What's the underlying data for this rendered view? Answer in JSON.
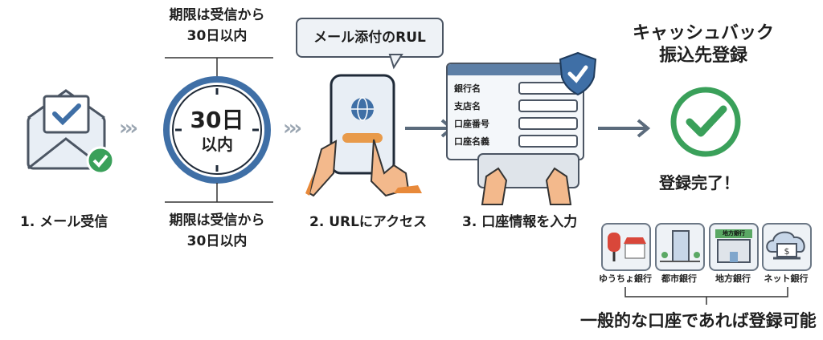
{
  "step1": {
    "label": "1. メール受信"
  },
  "deadline": {
    "top_line1": "期限は受信から",
    "top_line2": "30日以内",
    "bottom_line1": "期限は受信から",
    "bottom_line2": "30日以内",
    "clock_line1": "30日",
    "clock_line2": "以内"
  },
  "step2": {
    "bubble": "メール添付のRUL",
    "label": "2. URLにアクセス"
  },
  "step3": {
    "label": "3. 口座情報を入力",
    "fields": [
      "銀行名",
      "支店名",
      "口座番号",
      "口座名義"
    ]
  },
  "result": {
    "title_line1": "キャッシュバック",
    "title_line2": "振込先登録",
    "done": "登録完了！"
  },
  "banks": {
    "items": [
      "ゆうちょ銀行",
      "都市銀行",
      "地方銀行",
      "ネット銀行"
    ],
    "regional_sign": "地方銀行",
    "note": "一般的な口座であれば登録可能"
  },
  "colors": {
    "blue": "#3f6fa6",
    "green": "#3aa05a",
    "arrow": "#5b6b7c"
  }
}
